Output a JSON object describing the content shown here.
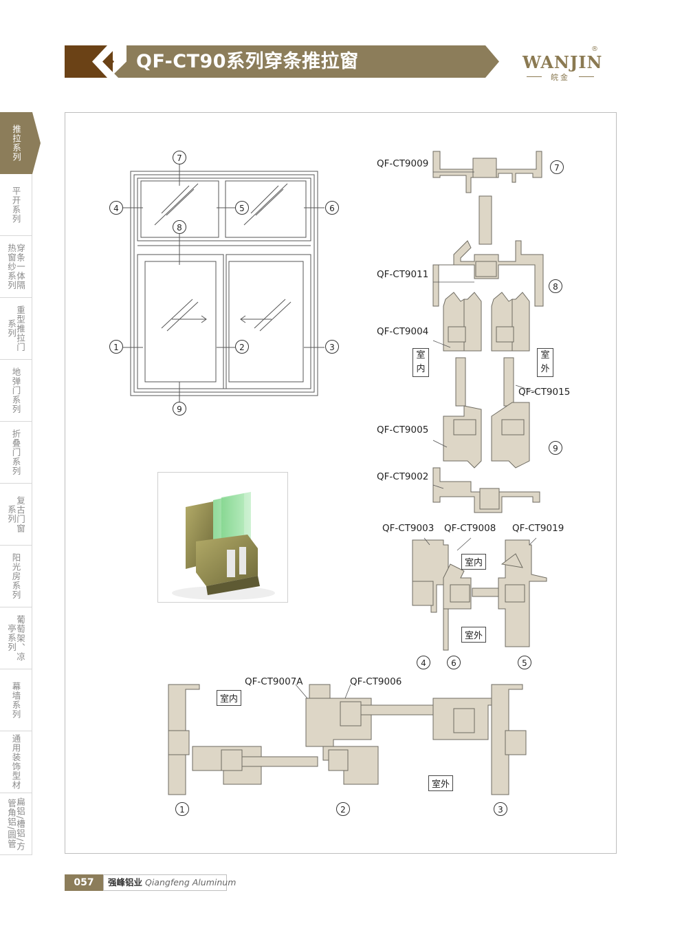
{
  "header": {
    "title": "QF-CT90系列穿条推拉窗",
    "logo_word": "WANJIN",
    "logo_reg": "®",
    "logo_sub": "皖金"
  },
  "sidenav": [
    {
      "label": "推拉系列",
      "active": true
    },
    {
      "label": "平开系列",
      "active": false
    },
    {
      "label": "穿条一体隔热窗纱系列",
      "active": false
    },
    {
      "label": "重型推拉门系列",
      "active": false
    },
    {
      "label": "地弹门系列",
      "active": false
    },
    {
      "label": "折叠门系列",
      "active": false
    },
    {
      "label": "复古门窗系列",
      "active": false
    },
    {
      "label": "阳光房系列",
      "active": false
    },
    {
      "label": "葡萄架、凉亭系列",
      "active": false
    },
    {
      "label": "幕墙系列",
      "active": false
    },
    {
      "label": "通用装饰型材",
      "active": false
    },
    {
      "label": "扁铝/槽铝/方管角铝/圆管",
      "active": false
    }
  ],
  "elevation": {
    "callouts": [
      "7",
      "4",
      "5",
      "6",
      "8",
      "1",
      "2",
      "3",
      "9"
    ]
  },
  "vertical_section": {
    "profiles": [
      "QF-CT9009",
      "QF-CT9011",
      "QF-CT9004",
      "QF-CT9015",
      "QF-CT9005",
      "QF-CT9002"
    ],
    "callouts": [
      "7",
      "8",
      "9"
    ],
    "indoor": "室内",
    "outdoor": "室外"
  },
  "middle_section": {
    "profiles": [
      "QF-CT9003",
      "QF-CT9008",
      "QF-CT9019"
    ],
    "callouts": [
      "4",
      "6",
      "5"
    ],
    "indoor": "室内",
    "outdoor": "室外"
  },
  "bottom_section": {
    "profiles": [
      "QF-CT9007A",
      "QF-CT9006"
    ],
    "callouts": [
      "1",
      "2",
      "3"
    ],
    "indoor": "室内",
    "outdoor": "室外"
  },
  "footer": {
    "page_number": "057",
    "company": "强峰铝业",
    "company_en": "Qiangfeng Aluminum"
  },
  "colors": {
    "brand_dark": "#6b4216",
    "brand_gold": "#8c7d5a",
    "profile_fill": "#ddd6c6"
  }
}
